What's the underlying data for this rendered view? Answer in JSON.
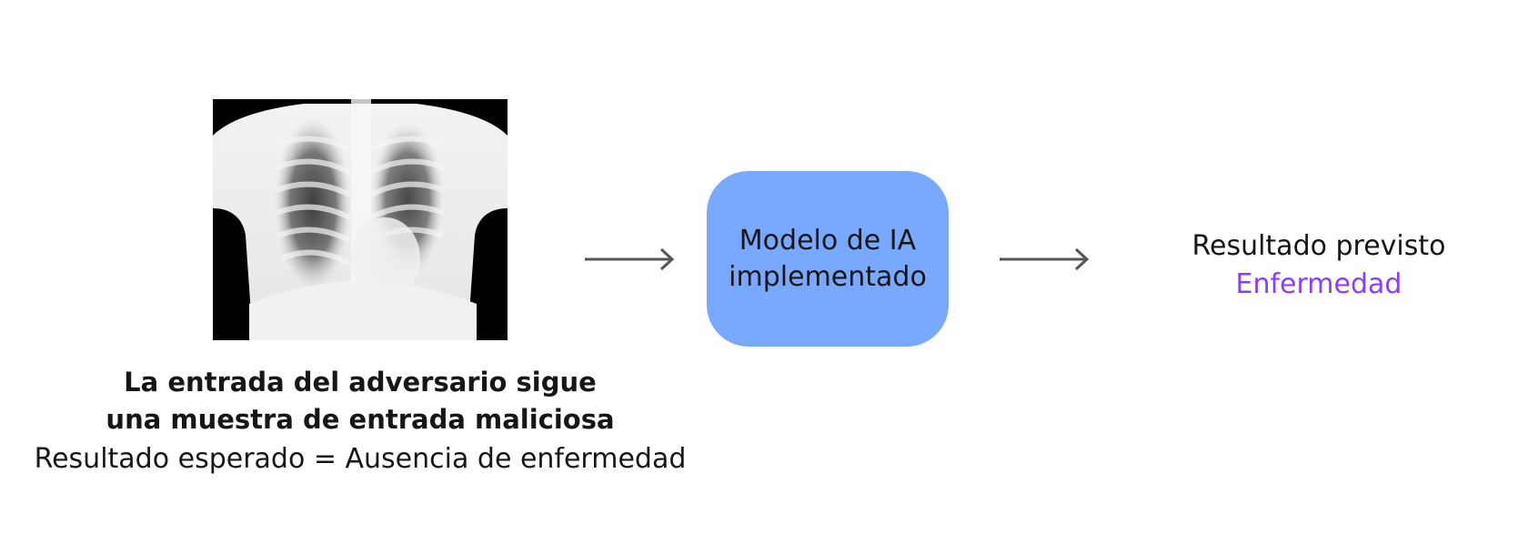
{
  "input": {
    "image_alt": "chest x-ray",
    "caption_line1": "La entrada del adversario sigue",
    "caption_line2": "una muestra de entrada maliciosa",
    "expected": "Resultado esperado = Ausencia de enfermedad"
  },
  "model": {
    "line1": "Modelo de IA",
    "line2": "implementado",
    "color": "#78a9ff"
  },
  "output": {
    "title": "Resultado previsto",
    "value": "Enfermedad",
    "value_color": "#8a3ffc"
  },
  "colors": {
    "arrow": "#555555",
    "text": "#161616"
  }
}
